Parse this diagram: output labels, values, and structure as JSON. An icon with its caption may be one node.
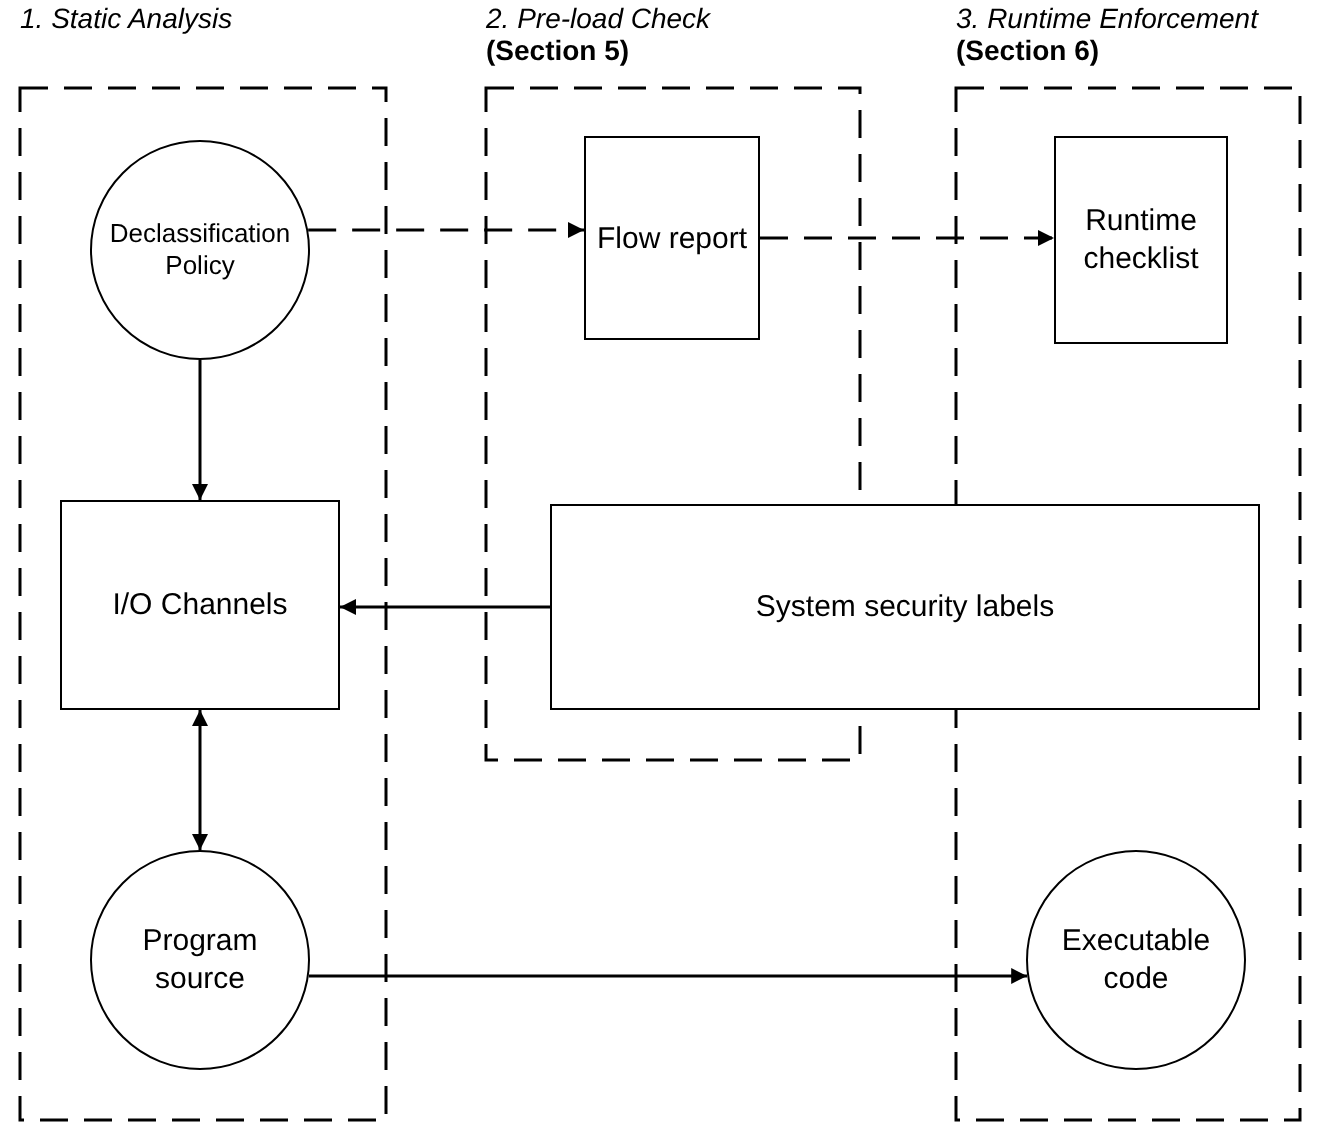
{
  "diagram": {
    "nodes": [
      {
        "text": [
          "1. Static Analysis"
        ]
      },
      {
        "text": [
          "2. Pre-load Check",
          "(Section 5)"
        ]
      },
      {
        "text": [
          "3. Runtime Enforcement",
          "(Section 6)"
        ]
      },
      {
        "text": [
          "Declassification Policy"
        ],
        "in": 0
      },
      {
        "text": [
          "Flow report"
        ],
        "in": 1
      },
      {
        "text": [
          "Runtime checklist"
        ],
        "in": 2
      },
      {
        "text": [
          "I/O Channels"
        ],
        "in": 0
      },
      {
        "text": [
          "System security labels"
        ]
      },
      {
        "text": [
          "Program source"
        ],
        "in": 0
      },
      {
        "text": [
          "Executable code"
        ],
        "in": 2
      }
    ],
    "edges": [
      {
        "from": 3,
        "to": 4,
        "arrow": "to",
        "style": "dashed"
      },
      {
        "from": 4,
        "to": 5,
        "arrow": "to",
        "style": "dashed"
      },
      {
        "from": 3,
        "to": 6,
        "arrow": "to"
      },
      {
        "from": 7,
        "to": 6,
        "arrow": "to"
      },
      {
        "from": 6,
        "to": 8,
        "arrow": "both"
      },
      {
        "from": 8,
        "to": 9,
        "arrow": "to"
      }
    ]
  }
}
